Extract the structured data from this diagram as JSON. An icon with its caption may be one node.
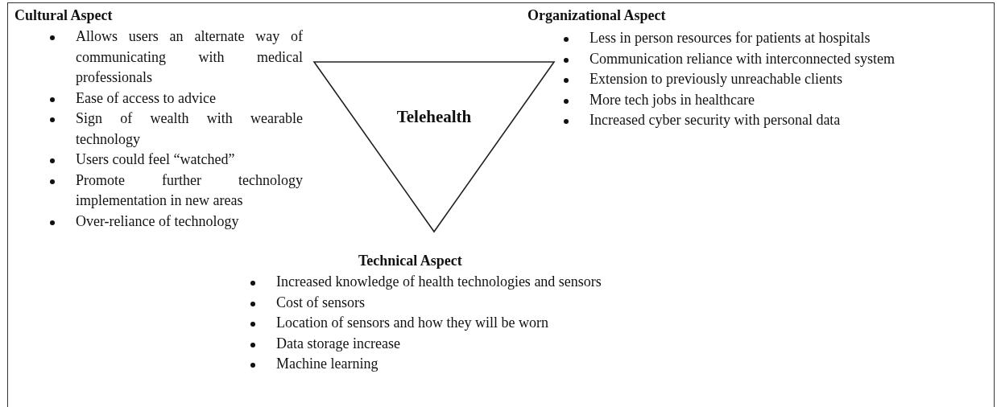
{
  "diagram": {
    "nodes": [
      {
        "text": [
          "Telehealth"
        ]
      }
    ],
    "labels": [
      "Cultural Aspect",
      "Allows users an alternate way of communicating with medical professionals",
      "Ease of access to advice",
      "Sign of wealth with wearable technology",
      "Users could feel “watched”",
      "Promote further technology implementation in new areas",
      "Over-reliance of technology",
      "Organizational Aspect",
      "Less in person resources for patients at hospitals",
      "Communication reliance with interconnected system",
      "Extension to previously unreachable clients",
      "More tech jobs in healthcare",
      "Increased cyber security with personal data",
      "Technical Aspect",
      "Increased knowledge of health technologies and sensors",
      "Cost of sensors",
      "Location of sensors and how they will be worn",
      "Data storage increase",
      "Machine learning"
    ]
  }
}
